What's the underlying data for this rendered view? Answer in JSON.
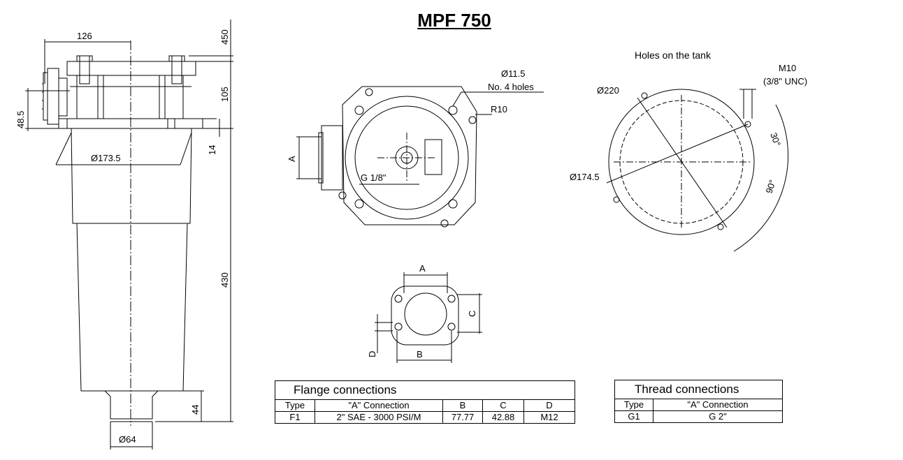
{
  "title": "MPF 750",
  "side_view": {
    "dim_top_width": "126",
    "dim_450": "450",
    "dim_105": "105",
    "dim_14": "14",
    "dim_430": "430",
    "dim_44": "44",
    "dim_48_5": "48.5",
    "dim_body_diameter": "Ø173.5",
    "dim_outlet_diameter": "Ø64"
  },
  "top_view": {
    "hole_diameter": "Ø11.5",
    "hole_count": "No. 4 holes",
    "radius": "R10",
    "port_label": "A",
    "gauge_port": "G 1/8\""
  },
  "tank_holes": {
    "caption": "Holes on the tank",
    "thread_size": "M10",
    "thread_unc": "(3/8\" UNC)",
    "outer_diameter": "Ø220",
    "inner_diameter": "Ø174.5",
    "angle_small": "30°",
    "angle_large": "90°"
  },
  "flange_detail": {
    "label_a": "A",
    "label_b": "B",
    "label_c": "C",
    "label_d": "D"
  },
  "flange_table": {
    "heading": "Flange connections",
    "col_type": "Type",
    "col_connection": "\"A\"  Connection",
    "col_b": "B",
    "col_c": "C",
    "col_d": "D",
    "rows": [
      {
        "type": "F1",
        "connection": "2\" SAE - 3000 PSI/M",
        "b": "77.77",
        "c": "42.88",
        "d": "M12"
      }
    ]
  },
  "thread_table": {
    "heading": "Thread connections",
    "col_type": "Type",
    "col_connection": "\"A\"  Connection",
    "rows": [
      {
        "type": "G1",
        "connection": "G 2\""
      }
    ]
  }
}
